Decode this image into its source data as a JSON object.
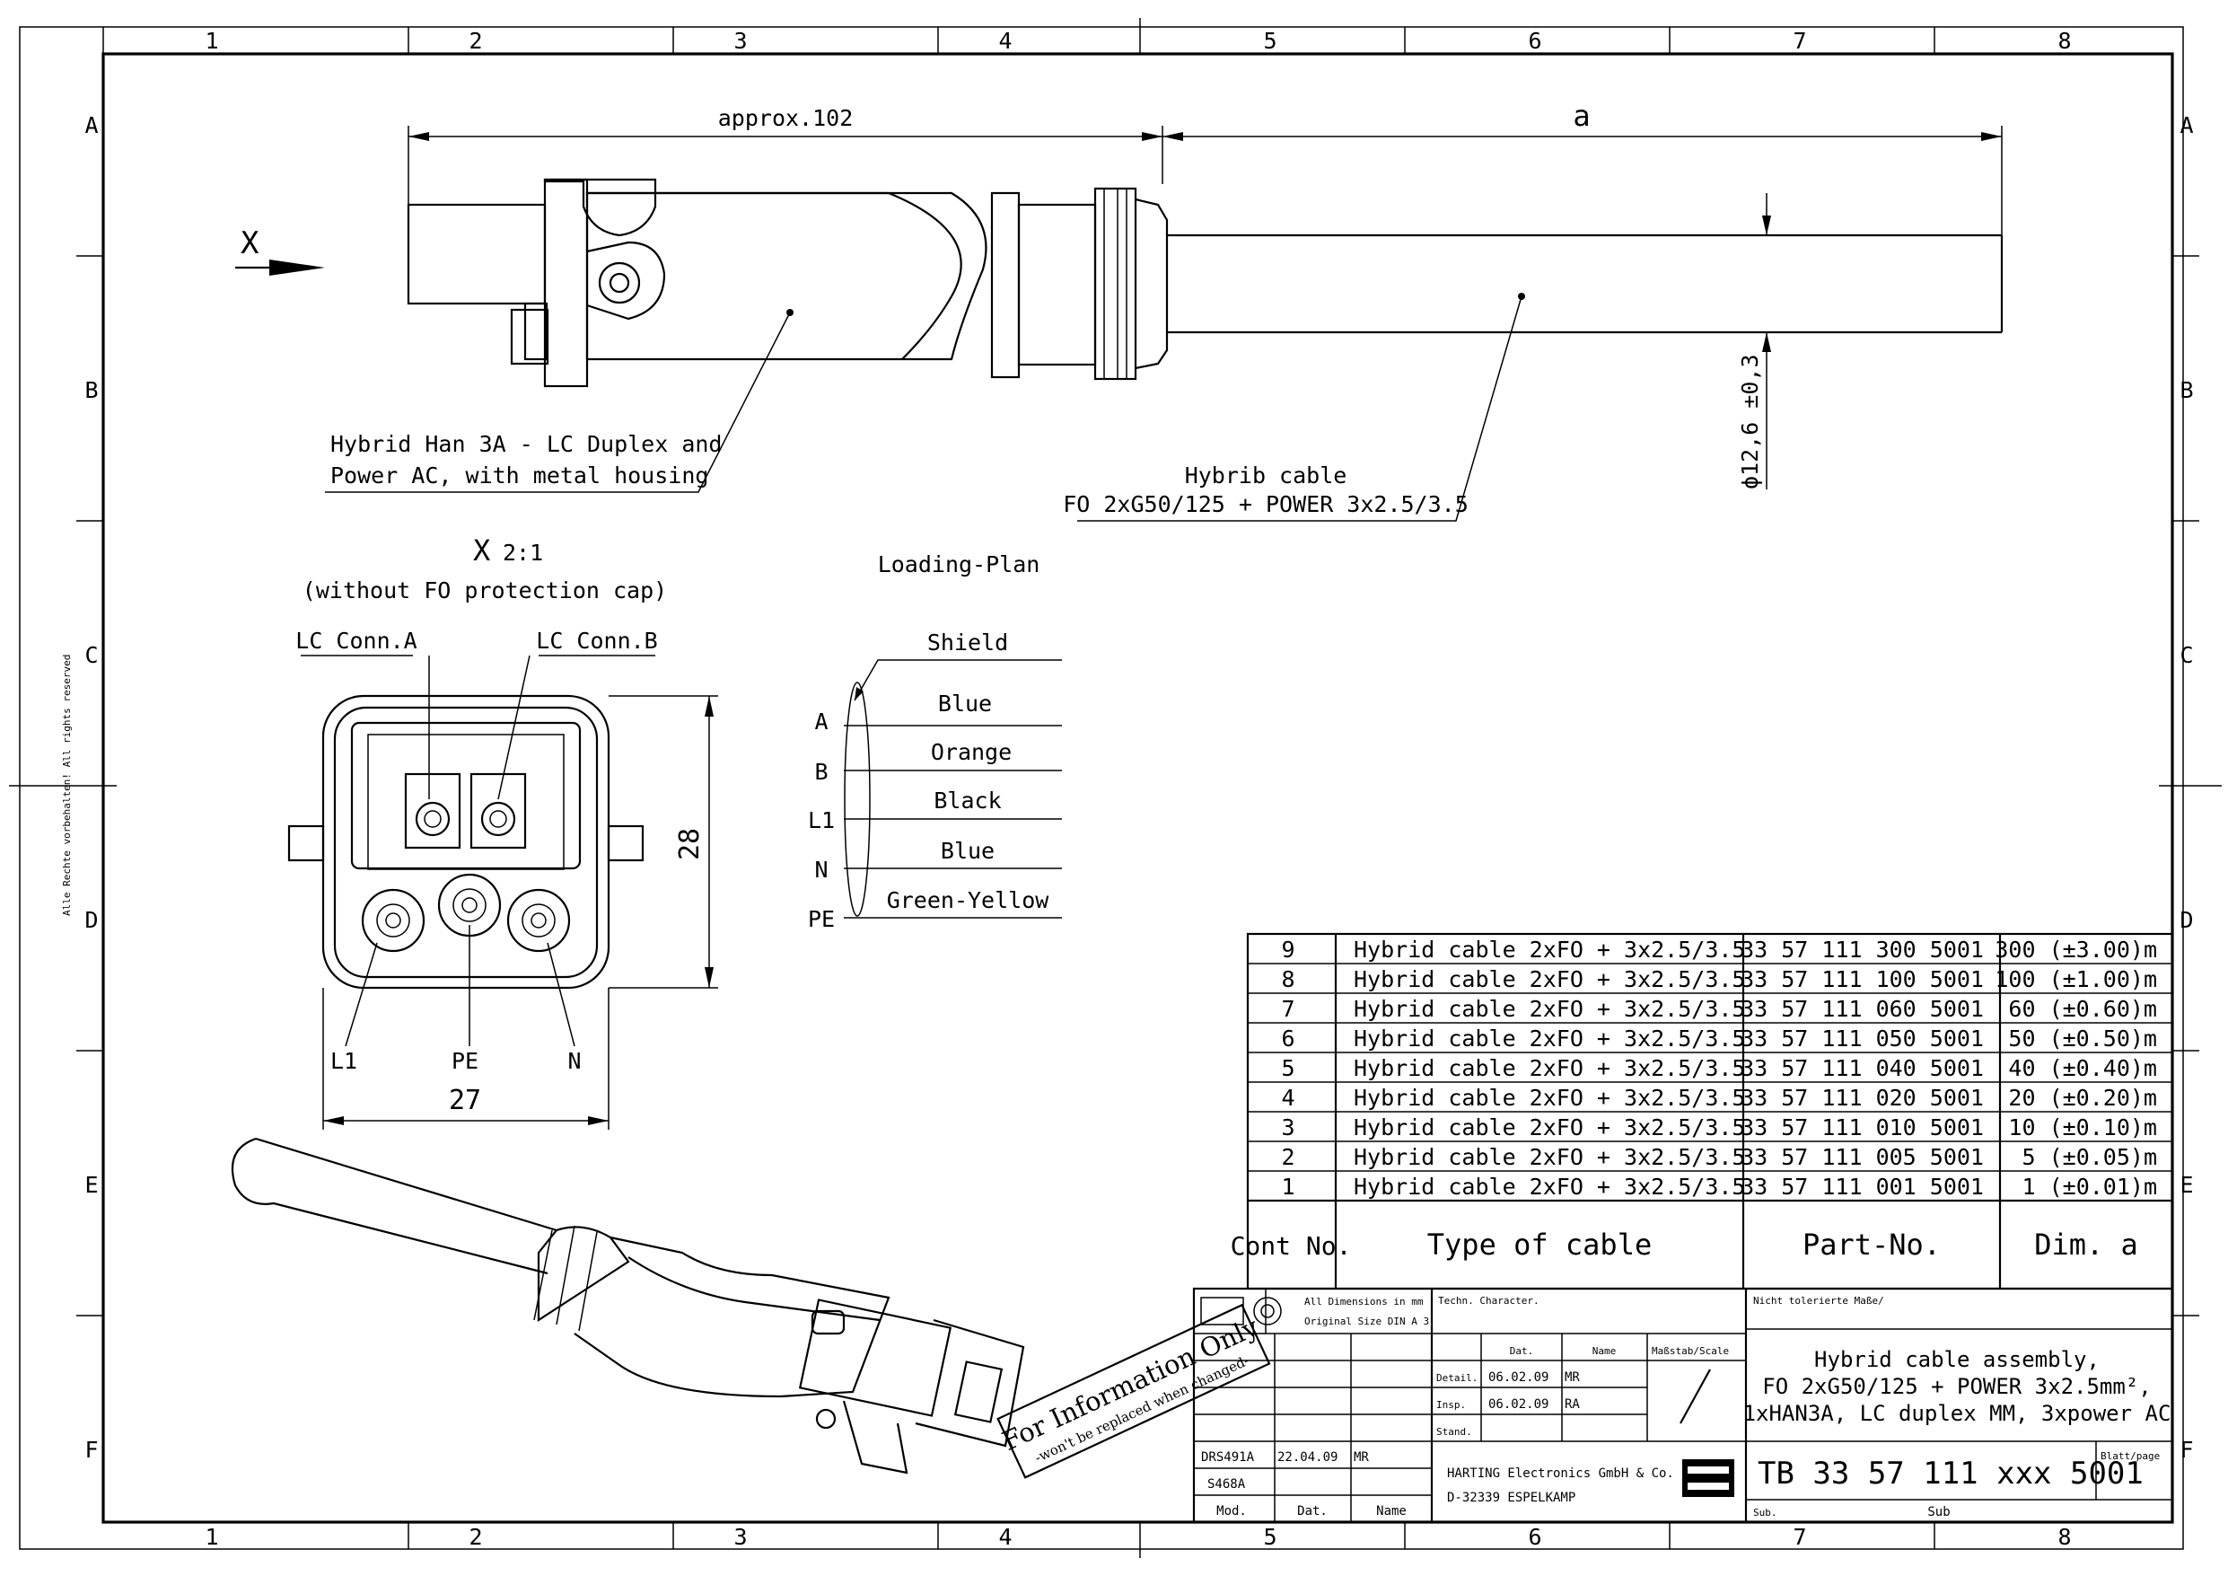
{
  "grid": {
    "columns": [
      "1",
      "2",
      "3",
      "4",
      "5",
      "6",
      "7",
      "8"
    ],
    "rows": [
      "A",
      "B",
      "C",
      "D",
      "E",
      "F"
    ]
  },
  "side_note": "Alle Rechte vorbehalten! All rights reserved",
  "top_view": {
    "view_marker": "X",
    "dim_length": "approx.102",
    "dim_a": "a",
    "dim_diameter": "ϕ12,6 ±0,3",
    "connector_label_1": "Hybrid Han 3A - LC Duplex and",
    "connector_label_2": "Power AC, with metal housing",
    "cable_label_1": "Hybrib cable",
    "cable_label_2": "FO 2xG50/125 + POWER 3x2.5/3.5"
  },
  "front_view": {
    "title_x": "X",
    "title_scale": "2:1",
    "subtitle": "(without FO protection cap)",
    "lc_a": "LC Conn.A",
    "lc_b": "LC Conn.B",
    "pin_l1": "L1",
    "pin_pe": "PE",
    "pin_n": "N",
    "dim_width": "27",
    "dim_height": "28"
  },
  "loading_plan": {
    "title": "Loading-Plan",
    "shield": "Shield",
    "rows": [
      {
        "pin": "A",
        "color": "Blue"
      },
      {
        "pin": "B",
        "color": "Orange"
      },
      {
        "pin": "L1",
        "color": "Black"
      },
      {
        "pin": "N",
        "color": "Blue"
      },
      {
        "pin": "PE",
        "color": "Green-Yellow"
      }
    ]
  },
  "parts_table": {
    "headers": {
      "cont": "Cont No.",
      "type": "Type of cable",
      "part": "Part-No.",
      "dim": "Dim. a"
    },
    "rows": [
      {
        "no": "9",
        "type": "Hybrid cable 2xFO + 3x2.5/3.5",
        "part": "33 57 111 300 5001",
        "dim": "300 (±3.00)m"
      },
      {
        "no": "8",
        "type": "Hybrid cable 2xFO + 3x2.5/3.5",
        "part": "33 57 111 100 5001",
        "dim": "100 (±1.00)m"
      },
      {
        "no": "7",
        "type": "Hybrid cable 2xFO + 3x2.5/3.5",
        "part": "33 57 111 060 5001",
        "dim": "60 (±0.60)m"
      },
      {
        "no": "6",
        "type": "Hybrid cable 2xFO + 3x2.5/3.5",
        "part": "33 57 111 050 5001",
        "dim": "50 (±0.50)m"
      },
      {
        "no": "5",
        "type": "Hybrid cable 2xFO + 3x2.5/3.5",
        "part": "33 57 111 040 5001",
        "dim": "40 (±0.40)m"
      },
      {
        "no": "4",
        "type": "Hybrid cable 2xFO + 3x2.5/3.5",
        "part": "33 57 111 020 5001",
        "dim": "20 (±0.20)m"
      },
      {
        "no": "3",
        "type": "Hybrid cable 2xFO + 3x2.5/3.5",
        "part": "33 57 111 010 5001",
        "dim": "10 (±0.10)m"
      },
      {
        "no": "2",
        "type": "Hybrid cable 2xFO + 3x2.5/3.5",
        "part": "33 57 111 005 5001",
        "dim": "5 (±0.05)m"
      },
      {
        "no": "1",
        "type": "Hybrid cable 2xFO + 3x2.5/3.5",
        "part": "33 57 111 001 5001",
        "dim": "1 (±0.01)m"
      }
    ]
  },
  "title_block": {
    "dimensions_note_1": "All Dimensions in mm",
    "dimensions_note_2": "Original Size DIN A 3",
    "techn_character": "Techn. Character.",
    "nicht_toleriert": "Nicht tolerierte Maße/",
    "col_dat": "Dat.",
    "col_name": "Name",
    "massstab": "Maßstab/Scale",
    "detail_label": "Detail.",
    "detail_date": "06.02.09",
    "detail_name": "MR",
    "insp_label": "Insp.",
    "insp_date": "06.02.09",
    "insp_name": "RA",
    "stand_label": "Stand.",
    "title_1": "Hybrid cable assembly,",
    "title_2": "FO 2xG50/125 + POWER 3x2.5mm²,",
    "title_3": "1xHAN3A, LC duplex MM, 3xpower AC",
    "rev_1_mod": "DRS491A",
    "rev_1_date": "22.04.09",
    "rev_1_name": "MR",
    "rev_2_mod": "S468A",
    "hdr_mod": "Mod.",
    "hdr_dat": "Dat.",
    "hdr_name": "Name",
    "company_1": "HARTING Electronics GmbH & Co. KG",
    "company_2": "D-32339 ESPELKAMP",
    "logo_text": "HARTING",
    "drawing_no": "TB 33 57 111 xxx 5001",
    "blatt": "Blatt/page",
    "sub_label": "Sub.",
    "sub_value": "Sub"
  },
  "stamp": {
    "line_1": "For Information Only",
    "line_2": "-won't be replaced when changed-"
  }
}
